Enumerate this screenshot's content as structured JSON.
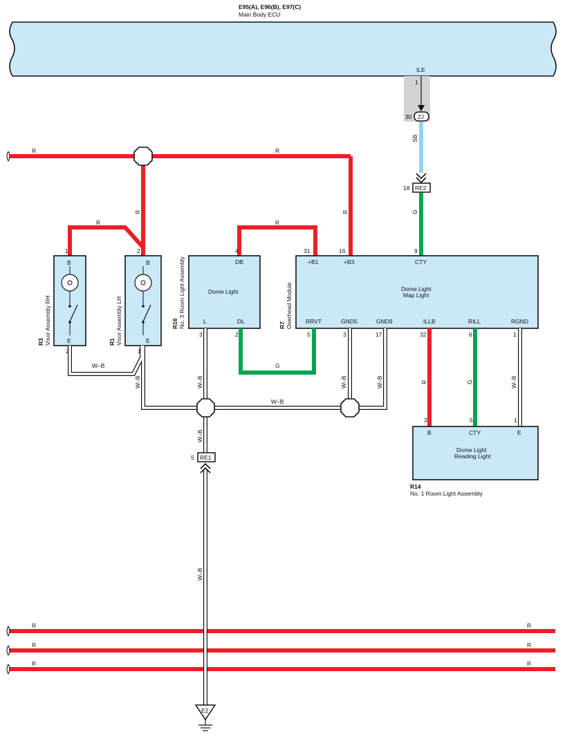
{
  "ecu": {
    "codes": "E95(A), E96(B), E97(C)",
    "name": "Main Body ECU",
    "terminal": "ILE",
    "pin": "1"
  },
  "junction": {
    "label": "2J",
    "pin": "30"
  },
  "connectors": {
    "re2": {
      "label": "RE2",
      "pin": "18"
    },
    "re1": {
      "label": "RE1",
      "pin": "5"
    },
    "ground": "E2"
  },
  "wire_colors": {
    "r": "R",
    "g": "G",
    "sb": "SB",
    "wb": "W–B"
  },
  "r3": {
    "code": "R3",
    "name": "Visor Assembly RH",
    "pin_b_num": "1",
    "pin_e_num": "2",
    "term_b": "B",
    "term_e": "E"
  },
  "r1": {
    "code": "R1",
    "name": "Visor Assembly LH",
    "pin_b_num": "2",
    "pin_e_num": "1",
    "term_b": "B",
    "term_e": "E"
  },
  "r16": {
    "code": "R16",
    "name": "No. 3 Room Light Assembly",
    "inner": "Dome Light",
    "term_db": "DB",
    "term_l": "L",
    "term_dl": "DL",
    "pin_db": "4",
    "pin_l": "3",
    "pin_dl": "2"
  },
  "r7": {
    "code": "R7",
    "name": "Overhead Module",
    "inner1": "Dome Light",
    "inner2": "Map Light",
    "terms": [
      "+B1",
      "+B3",
      "CTY",
      "RRVT",
      "GND5",
      "GND9",
      "ILLB",
      "RILL",
      "RGND"
    ],
    "pins": [
      "31",
      "16",
      "9",
      "5",
      "3",
      "17",
      "32",
      "6",
      "1"
    ]
  },
  "r14": {
    "code": "R14",
    "name": "No. 1 Room Light Assembly",
    "inner1": "Dome Light",
    "inner2": "Reading Light",
    "terms": [
      "B",
      "CTY",
      "E"
    ],
    "pins": [
      "3",
      "5",
      "1"
    ]
  },
  "colors": {
    "red": "#ee1f24",
    "green": "#00a651",
    "sky_blue": "#8fd3f4",
    "box_fill": "#c9e8f8"
  }
}
